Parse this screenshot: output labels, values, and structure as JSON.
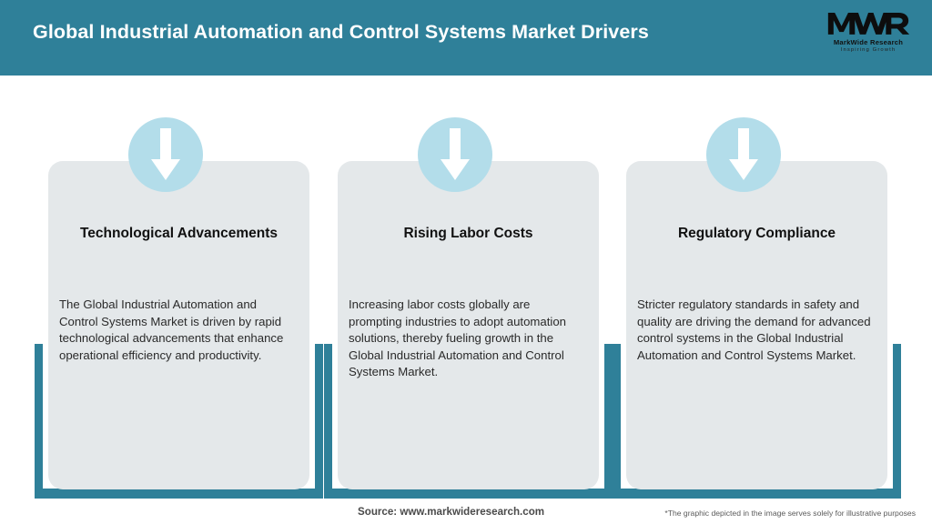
{
  "header": {
    "title": "Global Industrial Automation and Control Systems Market Drivers",
    "background_color": "#2f8099",
    "title_color": "#ffffff"
  },
  "logo": {
    "mark_text": "MWR",
    "name": "MarkWide Research",
    "tagline": "Inspiring Growth"
  },
  "theme": {
    "accent_teal": "#2f8099",
    "card_background": "#e4e8ea",
    "icon_circle": "#b3ddea",
    "arrow_color": "#ffffff"
  },
  "drivers": [
    {
      "icon": "down-arrow-icon",
      "heading": "Technological Advancements",
      "body": "The Global Industrial Automation and Control Systems Market is driven by rapid technological advancements that enhance operational efficiency and productivity."
    },
    {
      "icon": "down-arrow-icon",
      "heading": "Rising Labor Costs",
      "body": "Increasing labor costs globally are prompting industries to adopt automation solutions, thereby fueling growth in the Global Industrial Automation and Control Systems Market."
    },
    {
      "icon": "down-arrow-icon",
      "heading": "Regulatory Compliance",
      "body": "Stricter regulatory standards in safety and quality are driving the demand for advanced control systems in the Global Industrial Automation and Control Systems Market."
    }
  ],
  "footer": {
    "source": "Source: www.markwideresearch.com",
    "disclaimer": "*The graphic depicted in the image serves solely for illustrative purposes"
  }
}
